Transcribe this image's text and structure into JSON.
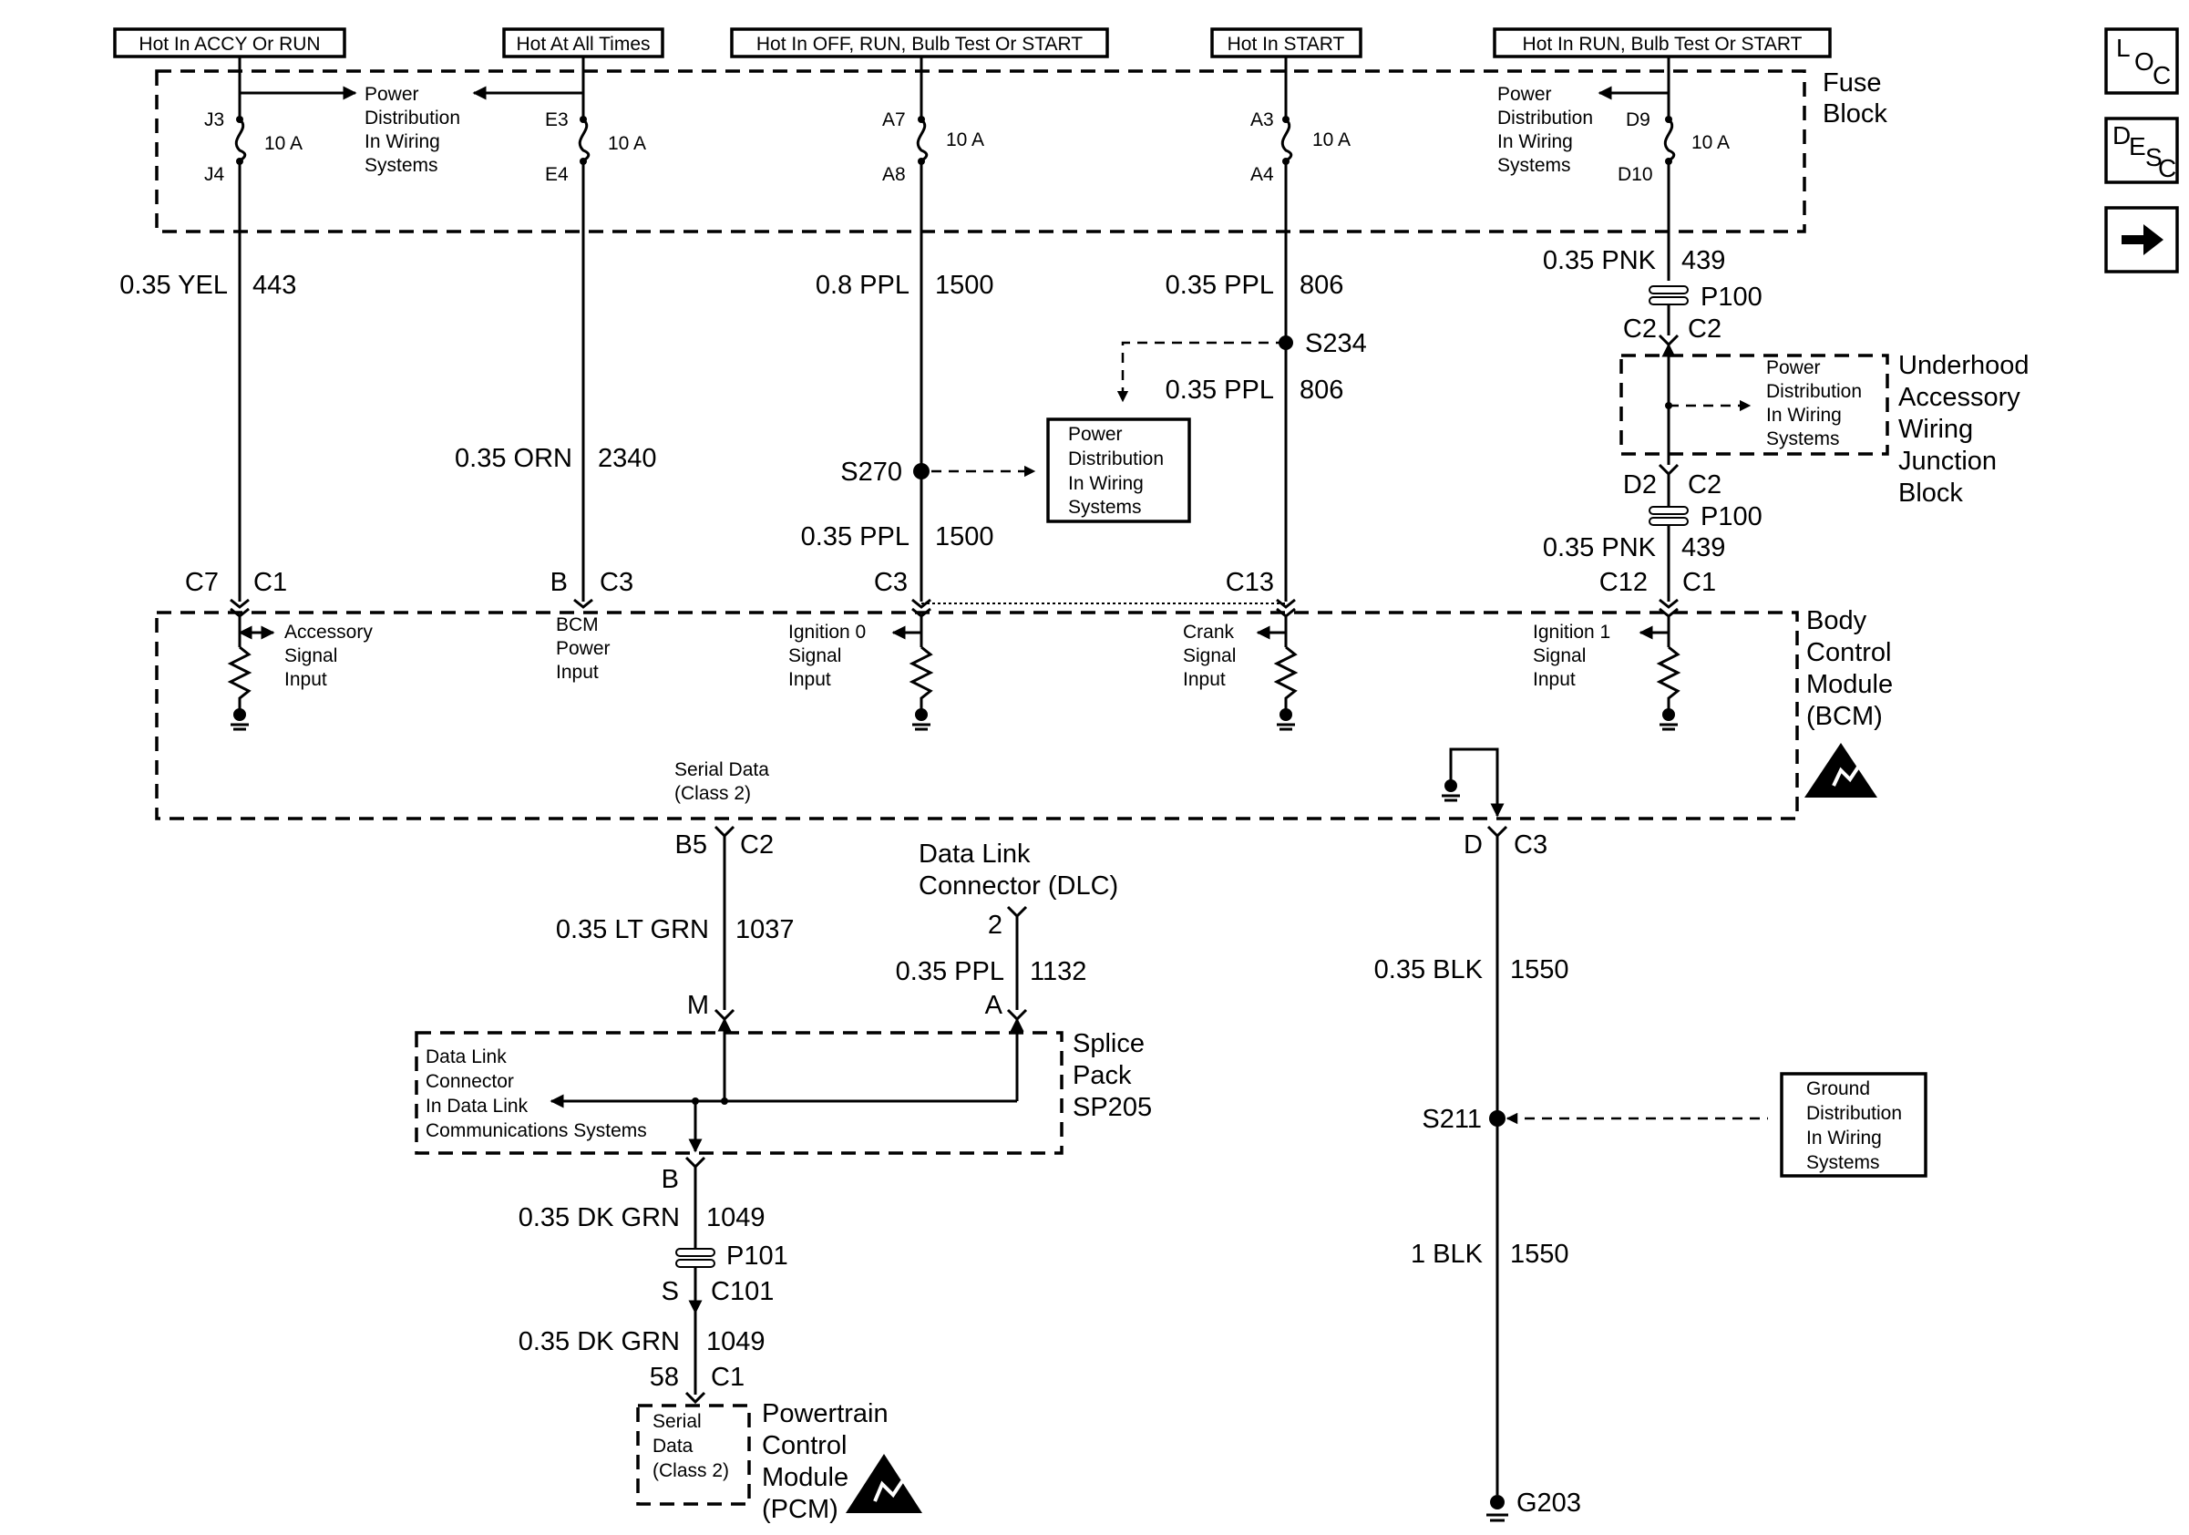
{
  "headers": {
    "accy_run": "Hot In ACCY Or RUN",
    "all_times": "Hot At All Times",
    "off_run_start": "Hot In OFF, RUN, Bulb Test Or START",
    "start": "Hot In START",
    "run_start": "Hot In RUN, Bulb Test Or START"
  },
  "side_buttons": {
    "loc_l": "L",
    "loc_o": "O",
    "loc_c": "C",
    "desc_d": "D",
    "desc_e": "E",
    "desc_s": "S",
    "desc_c": "C"
  },
  "fuse_block": {
    "label_1": "Fuse",
    "label_2": "Block",
    "fuses": [
      {
        "in": "J3",
        "out": "J4",
        "rating": "10 A"
      },
      {
        "in": "E3",
        "out": "E4",
        "rating": "10 A"
      },
      {
        "in": "A7",
        "out": "A8",
        "rating": "10 A"
      },
      {
        "in": "A3",
        "out": "A4",
        "rating": "10 A"
      },
      {
        "in": "D9",
        "out": "D10",
        "rating": "10 A"
      }
    ]
  },
  "power_dist": {
    "line_1": "Power",
    "line_2": "Distribution",
    "line_3": "In Wiring",
    "line_4": "Systems"
  },
  "wires": {
    "w443_color": "0.35 YEL",
    "w443_num": "443",
    "w2340_color": "0.35 ORN",
    "w2340_num": "2340",
    "w1500a_color": "0.8 PPL",
    "w1500a_num": "1500",
    "w1500b_color": "0.35 PPL",
    "w1500b_num": "1500",
    "w806a_color": "0.35 PPL",
    "w806a_num": "806",
    "w806b_color": "0.35 PPL",
    "w806b_num": "806",
    "w439a_color": "0.35 PNK",
    "w439a_num": "439",
    "w439b_color": "0.35 PNK",
    "w439b_num": "439",
    "w1037_color": "0.35 LT GRN",
    "w1037_num": "1037",
    "w1132_color": "0.35 PPL",
    "w1132_num": "1132",
    "w1049a_color": "0.35 DK GRN",
    "w1049a_num": "1049",
    "w1049b_color": "0.35 DK GRN",
    "w1049b_num": "1049",
    "w1550a_color": "0.35 BLK",
    "w1550a_num": "1550",
    "w1550b_color": "1 BLK",
    "w1550b_num": "1550"
  },
  "splices": {
    "s234": "S234",
    "s270": "S270",
    "s211": "S211",
    "g203": "G203"
  },
  "junction_block": {
    "p100": "P100",
    "c2": "C2",
    "d2": "D2",
    "label_1": "Underhood",
    "label_2": "Accessory",
    "label_3": "Wiring",
    "label_4": "Junction",
    "label_5": "Block"
  },
  "bcm": {
    "label_1": "Body",
    "label_2": "Control",
    "label_3": "Module",
    "label_4": "(BCM)",
    "pins": [
      {
        "pin": "C7",
        "conn": "C1"
      },
      {
        "pin": "B",
        "conn": "C3"
      },
      {
        "pin": "",
        "conn": "C3"
      },
      {
        "pin": "",
        "conn": "C13"
      },
      {
        "pin": "C12",
        "conn": "C1"
      }
    ],
    "inputs": {
      "accessory": [
        "Accessory",
        "Signal",
        "Input"
      ],
      "bcm_power": [
        "BCM",
        "Power",
        "Input"
      ],
      "ignition0": [
        "Ignition 0",
        "Signal",
        "Input"
      ],
      "crank": [
        "Crank",
        "Signal",
        "Input"
      ],
      "ignition1": [
        "Ignition 1",
        "Signal",
        "Input"
      ]
    },
    "serial_1": "Serial Data",
    "serial_2": "(Class 2)",
    "b5": "B5",
    "c2": "C2",
    "d": "D",
    "c3": "C3"
  },
  "dlc": {
    "label_1": "Data Link",
    "label_2": "Connector (DLC)",
    "pin": "2"
  },
  "splice_pack": {
    "m": "M",
    "a": "A",
    "b": "B",
    "label_1": "Splice",
    "label_2": "Pack",
    "label_3": "SP205",
    "inner_1": "Data Link",
    "inner_2": "Connector",
    "inner_3": "In Data Link",
    "inner_4": "Communications Systems"
  },
  "p101": {
    "name": "P101",
    "s": "S",
    "c101": "C101"
  },
  "pcm": {
    "pin": "58",
    "conn": "C1",
    "inner_1": "Serial",
    "inner_2": "Data",
    "inner_3": "(Class 2)",
    "label_1": "Powertrain",
    "label_2": "Control",
    "label_3": "Module",
    "label_4": "(PCM)"
  },
  "ground_dist": {
    "line_1": "Ground",
    "line_2": "Distribution",
    "line_3": "In Wiring",
    "line_4": "Systems"
  }
}
